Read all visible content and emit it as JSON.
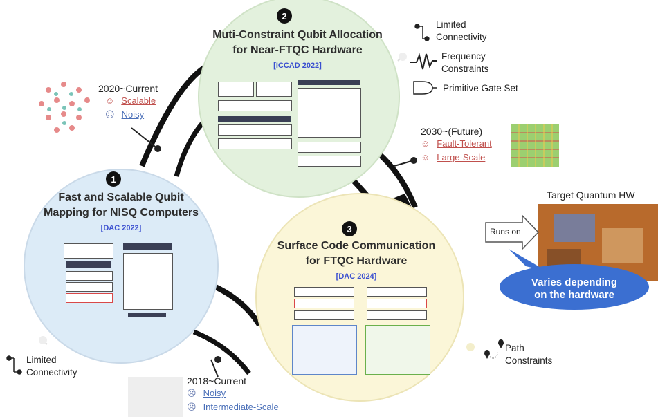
{
  "circles": {
    "c1": {
      "number": "1",
      "title_line1": "Fast and Scalable Qubit",
      "title_line2": "Mapping for NISQ Computers",
      "venue": "[DAC 2022]"
    },
    "c2": {
      "number": "2",
      "title_line1": "Muti-Constraint Qubit Allocation",
      "title_line2": "for Near-FTQC Hardware",
      "venue": "[ICCAD 2022]"
    },
    "c3": {
      "number": "3",
      "title_line1": "Surface Code Communication",
      "title_line2": "for FTQC Hardware",
      "venue": "[DAC 2024]"
    }
  },
  "eras": {
    "current2020": {
      "title": "2020~Current",
      "items": [
        {
          "mood": "☺",
          "text": "Scalable"
        },
        {
          "mood": "☹",
          "text": "Noisy"
        }
      ]
    },
    "future2030": {
      "title": "2030~(Future)",
      "items": [
        {
          "mood": "☺",
          "text": "Fault-Tolerant"
        },
        {
          "mood": "☺",
          "text": "Large-Scale"
        }
      ]
    },
    "current2018": {
      "title": "2018~Current",
      "items": [
        {
          "mood": "☹",
          "text": "Noisy"
        },
        {
          "mood": "☹",
          "text": "Intermediate-Scale"
        }
      ]
    }
  },
  "constraints_top": {
    "limited": "Limited",
    "connectivity": "Connectivity",
    "frequency": "Frequency",
    "constraints": "Constraints",
    "gate_set": "Primitive Gate Set"
  },
  "constraints_left": {
    "limited": "Limited",
    "connectivity": "Connectivity"
  },
  "constraints_path": {
    "path": "Path",
    "constraints": "Constraints"
  },
  "target": {
    "label": "Target Quantum HW",
    "run_on": "Runs on",
    "varies_line1": "Varies depending",
    "varies_line2": "on the hardware"
  },
  "colors": {
    "blue_circle": "#dcebf7",
    "green_circle": "#e3f1dd",
    "yellow_circle": "#fbf6d8",
    "callout": "#3b6fd1",
    "arc": "#111111"
  }
}
